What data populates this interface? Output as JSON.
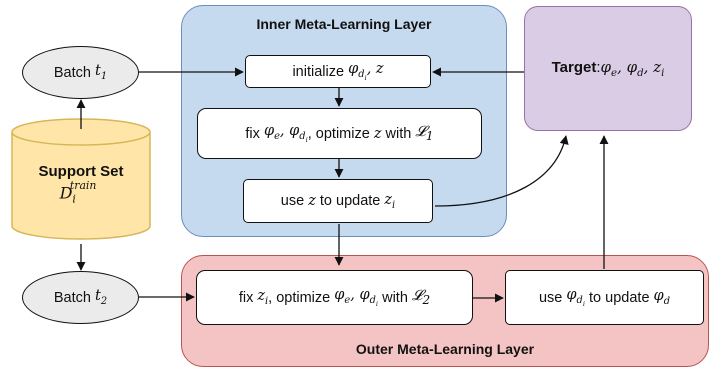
{
  "inner_layer": {
    "title": "Inner Meta-Learning Layer"
  },
  "outer_layer": {
    "title": "Outer Meta-Learning Layer"
  },
  "target": {
    "label": "Target",
    "sep": ":",
    "expr": "φe, φd, zi"
  },
  "support_set": {
    "label": "Support Set",
    "expr_main": "D",
    "expr_sub": "i",
    "expr_sup": "train"
  },
  "batch1": {
    "text": "Batch",
    "var": "t",
    "sub": "1"
  },
  "batch2": {
    "text": "Batch",
    "var": "t",
    "sub": "2"
  },
  "initialize": {
    "text": "initialize",
    "expr": "φdi, z"
  },
  "fix_inner": {
    "pre": "fix",
    "expr1": "φe, φdi",
    "mid": ", optimize",
    "var": "z",
    "with": "with",
    "loss": "L1"
  },
  "use_z": {
    "pre": "use",
    "var": "z",
    "mid": "to update",
    "var2": "zi"
  },
  "fix_outer": {
    "pre": "fix",
    "var": "zi",
    "mid": ", optimize",
    "expr": "φe, φdi",
    "with": "with",
    "loss": "L2"
  },
  "use_phi": {
    "pre": "use",
    "expr": "φdi",
    "mid": "to update",
    "expr2": "φd"
  },
  "colors": {
    "inner_fill": "#c5d9ef",
    "outer_fill": "#f4c4c4",
    "target_fill": "#d9cce4",
    "support_fill": "#ffe6a8",
    "batch_fill": "#ebebeb"
  }
}
